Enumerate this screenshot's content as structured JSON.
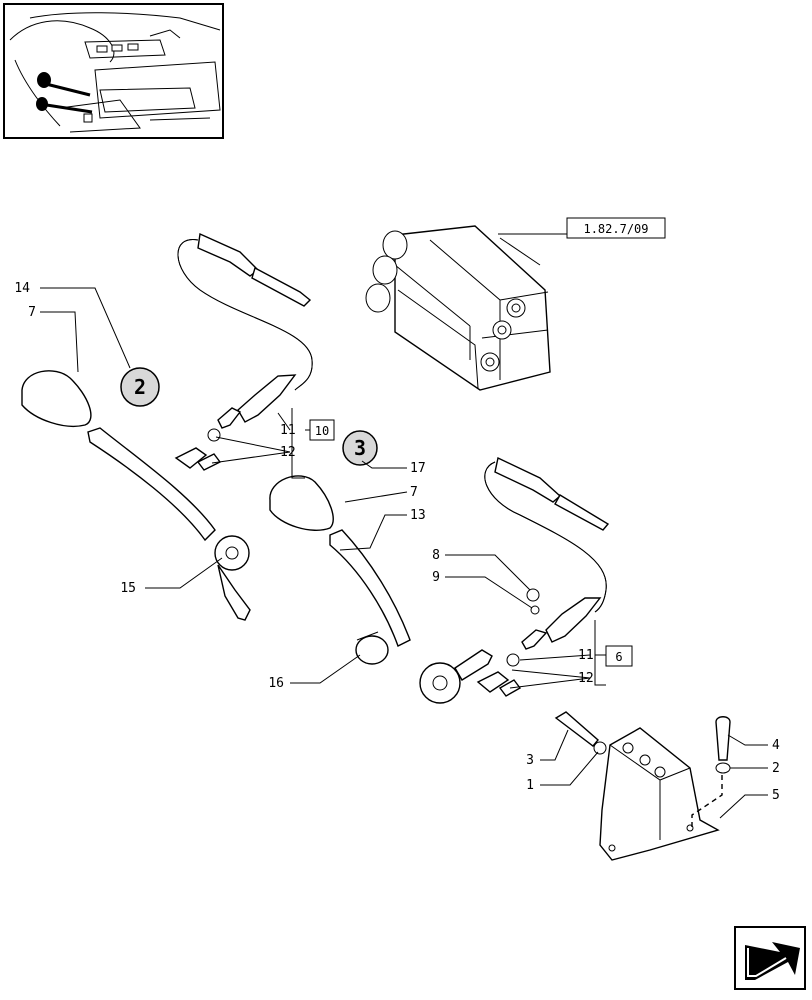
{
  "references": {
    "valve_group_ref": "1.82.7/09",
    "box_ref_upper": "10",
    "box_ref_lower": "6"
  },
  "circle_badges": [
    {
      "key": "two",
      "text": "2"
    },
    {
      "key": "three",
      "text": "3"
    }
  ],
  "part_labels": {
    "p14": "14",
    "p7a": "7",
    "p15": "15",
    "p11a": "11",
    "p12a": "12",
    "p17": "17",
    "p7b": "7",
    "p13": "13",
    "p8": "8",
    "p9": "9",
    "p16": "16",
    "p11b": "11",
    "p12b": "12",
    "p3": "3",
    "p1": "1",
    "p4": "4",
    "p2": "2",
    "p5": "5"
  },
  "icons": {
    "thumbnail": "tractor-cab-thumbnail",
    "navigation": "next-page-arrow-icon"
  }
}
